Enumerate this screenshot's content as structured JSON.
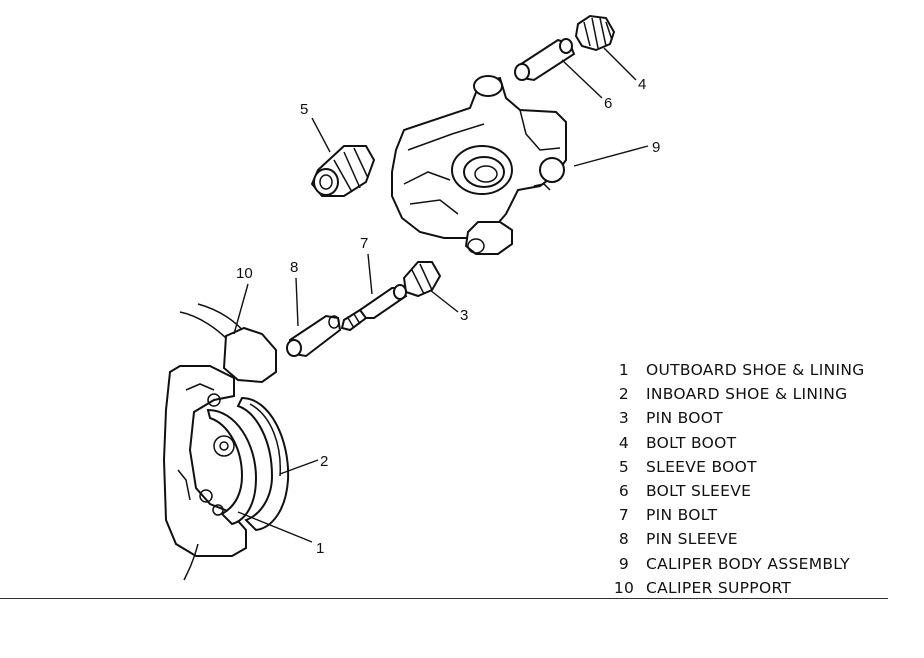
{
  "callouts": {
    "c1": "1",
    "c2": "2",
    "c3": "3",
    "c4": "4",
    "c5": "5",
    "c6": "6",
    "c7": "7",
    "c8": "8",
    "c9": "9",
    "c10": "10"
  },
  "legend": [
    {
      "num": "1",
      "label": "OUTBOARD SHOE & LINING"
    },
    {
      "num": "2",
      "label": "INBOARD SHOE & LINING"
    },
    {
      "num": "3",
      "label": "PIN BOOT"
    },
    {
      "num": "4",
      "label": "BOLT BOOT"
    },
    {
      "num": "5",
      "label": "SLEEVE BOOT"
    },
    {
      "num": "6",
      "label": "BOLT SLEEVE"
    },
    {
      "num": "7",
      "label": "PIN BOLT"
    },
    {
      "num": "8",
      "label": "PIN SLEEVE"
    },
    {
      "num": "9",
      "label": "CALIPER BODY ASSEMBLY"
    },
    {
      "num": "10",
      "label": "CALIPER SUPPORT"
    }
  ]
}
